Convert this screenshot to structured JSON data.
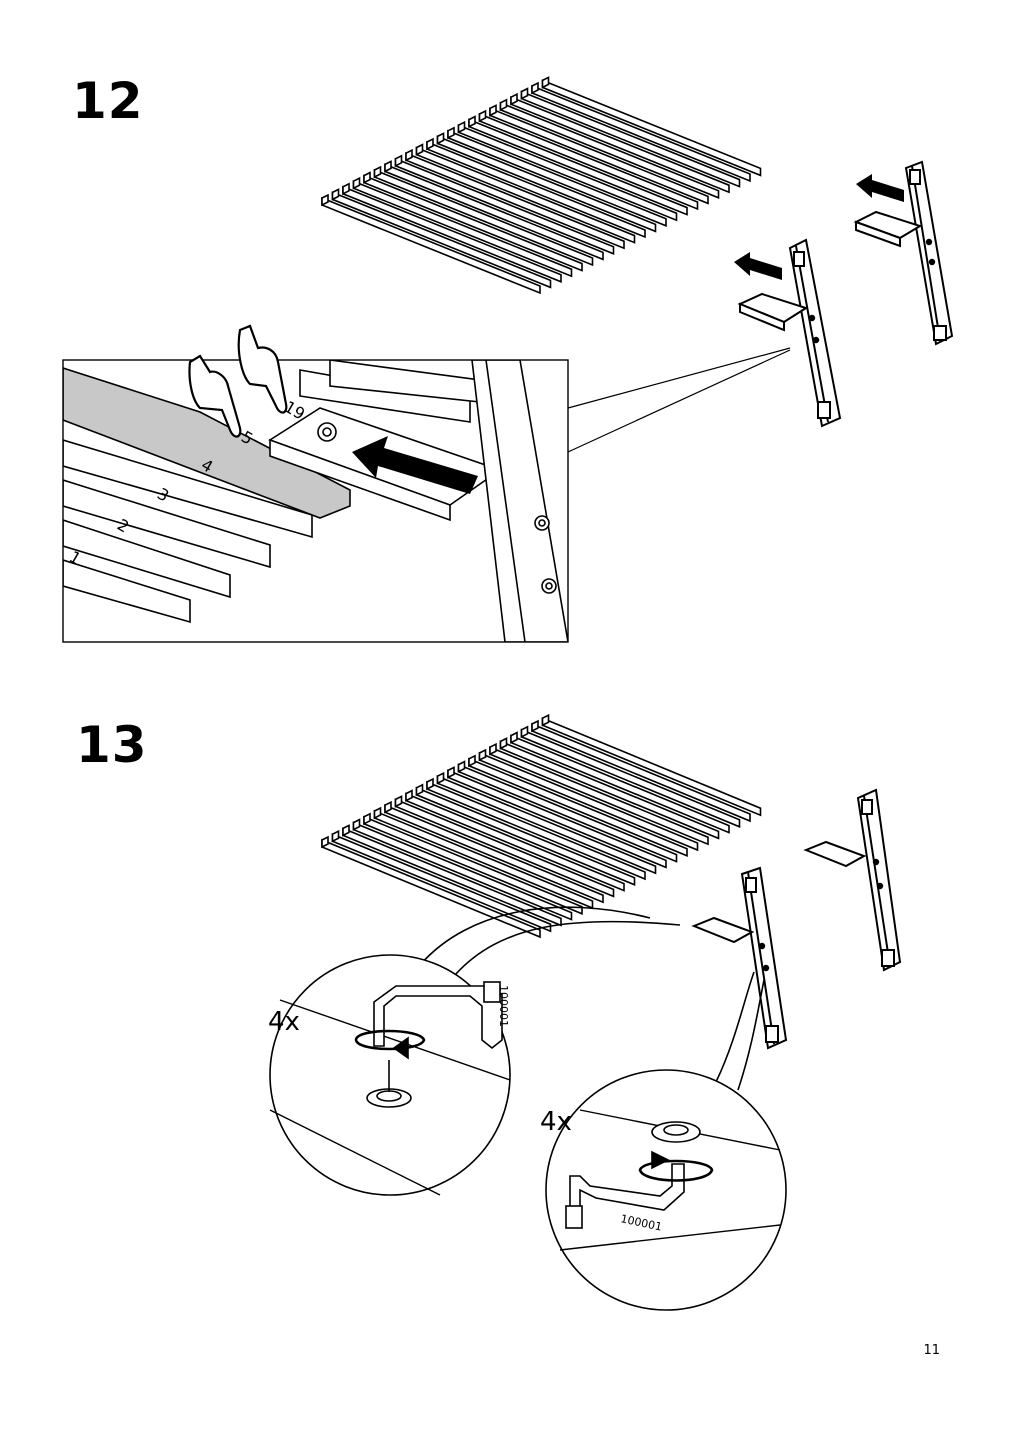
{
  "page": {
    "number": "11"
  },
  "steps": [
    {
      "number": "12",
      "detail_slat_numbers": [
        "1",
        "2",
        "3",
        "4",
        "5",
        "19"
      ]
    },
    {
      "number": "13",
      "detail_left": {
        "quantity": "4x",
        "tool_code": "100001"
      },
      "detail_right": {
        "quantity": "4x",
        "tool_code": "100001"
      }
    }
  ],
  "icons": [
    "hand-pointing-icon",
    "push-arrow-icon",
    "rotate-arrow-icon",
    "allen-key-icon"
  ],
  "colors": {
    "line": "#000000",
    "highlight_slat": "#c8c8c8",
    "background": "#ffffff"
  }
}
